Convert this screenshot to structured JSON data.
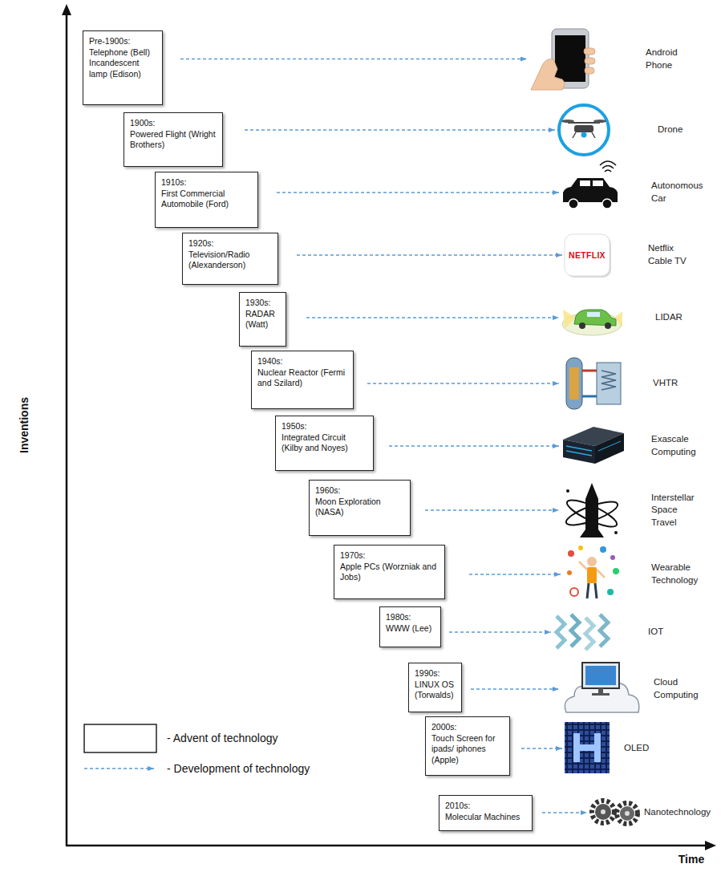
{
  "diagram": {
    "nodes": [
      {
        "text": [
          "Pre-1900s:",
          "Telephone (Bell) Incandescent lamp (Edison)"
        ]
      },
      {
        "text": [
          "Android Phone"
        ]
      },
      {
        "text": [
          "1900s:",
          "Powered Flight (Wright Brothers)"
        ]
      },
      {
        "text": [
          "Drone"
        ]
      },
      {
        "text": [
          "1910s:",
          "First Commercial Automobile (Ford)"
        ]
      },
      {
        "text": [
          "Autonomous Car"
        ]
      },
      {
        "text": [
          "1920s:",
          "Television/Radio (Alexanderson)"
        ]
      },
      {
        "text": [
          "NETFLIX",
          "Netflix Cable TV"
        ]
      },
      {
        "text": [
          "1930s:",
          "RADAR (Watt)"
        ]
      },
      {
        "text": [
          "LIDAR"
        ]
      },
      {
        "text": [
          "1940s:",
          "Nuclear Reactor (Fermi and Szilard)"
        ]
      },
      {
        "text": [
          "VHTR"
        ]
      },
      {
        "text": [
          "1950s:",
          "Integrated Circuit (Kilby and Noyes)"
        ]
      },
      {
        "text": [
          "Exascale Computing"
        ]
      },
      {
        "text": [
          "1960s:",
          "Moon Exploration (NASA)"
        ]
      },
      {
        "text": [
          "Interstellar Space Travel"
        ]
      },
      {
        "text": [
          "1970s:",
          "Apple PCs (Worzniak and Jobs)"
        ]
      },
      {
        "text": [
          "Wearable Technology"
        ]
      },
      {
        "text": [
          "1980s:",
          "WWW (Lee)"
        ]
      },
      {
        "text": [
          "IOT"
        ]
      },
      {
        "text": [
          "1990s:",
          "LINUX OS (Torwalds)"
        ]
      },
      {
        "text": [
          "Cloud Computing"
        ]
      },
      {
        "text": [
          "2000s:",
          "Touch Screen for ipads/ iphones (Apple)"
        ]
      },
      {
        "text": [
          "OLED"
        ]
      },
      {
        "text": [
          "2010s:",
          "Molecular Machines"
        ]
      },
      {
        "text": [
          "Nanotechnology"
        ]
      }
    ],
    "edges": [
      {
        "from": 0,
        "to": 1,
        "arrow": "to"
      },
      {
        "from": 2,
        "to": 3,
        "arrow": "to"
      },
      {
        "from": 4,
        "to": 5,
        "arrow": "to"
      },
      {
        "from": 6,
        "to": 7,
        "arrow": "to"
      },
      {
        "from": 8,
        "to": 9,
        "arrow": "to"
      },
      {
        "from": 10,
        "to": 11,
        "arrow": "to"
      },
      {
        "from": 12,
        "to": 13,
        "arrow": "to"
      },
      {
        "from": 14,
        "to": 15,
        "arrow": "to"
      },
      {
        "from": 16,
        "to": 17,
        "arrow": "to"
      },
      {
        "from": 18,
        "to": 19,
        "arrow": "to"
      },
      {
        "from": 20,
        "to": 21,
        "arrow": "to"
      },
      {
        "from": 22,
        "to": 23,
        "arrow": "to"
      },
      {
        "from": 24,
        "to": 25,
        "arrow": "to"
      }
    ],
    "labels": [
      "Inventions",
      "Time"
    ],
    "legend": [
      {
        "text": "- Advent of technology"
      },
      {
        "text": "- Development of technology"
      }
    ]
  }
}
